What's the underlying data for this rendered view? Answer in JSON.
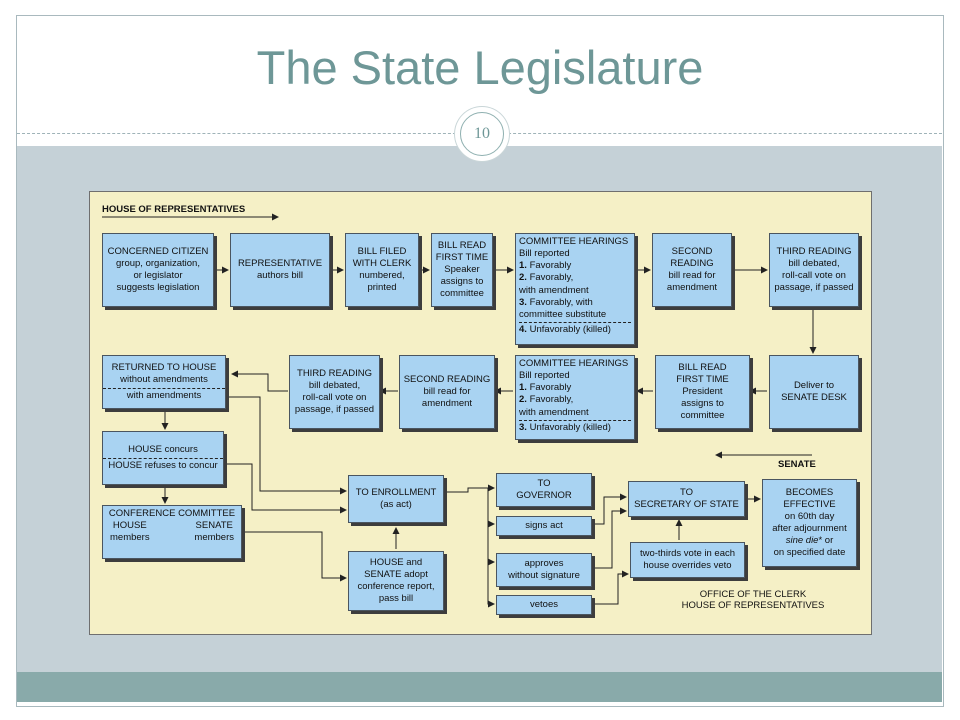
{
  "slide": {
    "title": "The State Legislature",
    "page_number": "10"
  },
  "diagram": {
    "house_label": "HOUSE OF REPRESENTATIVES",
    "senate_label": "SENATE",
    "office_label_1": "OFFICE OF THE CLERK",
    "office_label_2": "HOUSE OF REPRESENTATIVES",
    "boxes": {
      "citizen": [
        "CONCERNED CITIZEN",
        "group, organization,",
        "or legislator",
        "suggests legislation"
      ],
      "representative": [
        "REPRESENTATIVE",
        "authors bill"
      ],
      "filed": [
        "BILL FILED",
        "WITH CLERK",
        "numbered,",
        "printed"
      ],
      "first_read_house": [
        "BILL READ",
        "FIRST TIME",
        "Speaker",
        "assigns to",
        "committee"
      ],
      "hearings_house": {
        "title": "COMMITTEE HEARINGS",
        "line1": "Bill reported",
        "opt1_num": "1.",
        "opt1": "Favorably",
        "opt2_num": "2.",
        "opt2": "Favorably,",
        "opt2b": "with amendment",
        "opt3_num": "3.",
        "opt3": "Favorably, with",
        "opt3b": "committee substitute",
        "opt4_num": "4.",
        "opt4": "Unfavorably (killed)"
      },
      "second_read_house": [
        "SECOND READING",
        "bill read for",
        "amendment"
      ],
      "third_read_house": [
        "THIRD READING",
        "bill debated,",
        "roll-call vote on",
        "passage, if passed"
      ],
      "senate_desk": [
        "Deliver to",
        "SENATE DESK"
      ],
      "first_read_senate": [
        "BILL READ",
        "FIRST TIME",
        "President",
        "assigns to",
        "committee"
      ],
      "hearings_senate": {
        "title": "COMMITTEE HEARINGS",
        "line1": "Bill reported",
        "opt1_num": "1.",
        "opt1": "Favorably",
        "opt2_num": "2.",
        "opt2": "Favorably,",
        "opt2b": "with amendment",
        "opt3_num": "3.",
        "opt3": "Unfavorably (killed)"
      },
      "second_read_senate": [
        "SECOND READING",
        "bill read for",
        "amendment"
      ],
      "third_read_senate": [
        "THIRD READING",
        "bill debated,",
        "roll-call vote on",
        "passage, if passed"
      ],
      "returned": [
        "RETURNED TO HOUSE",
        "without amendments",
        "with amendments"
      ],
      "concurs": [
        "HOUSE concurs",
        "HOUSE refuses to concur"
      ],
      "conference": {
        "title": "CONFERENCE COMMITTEE",
        "left1": "HOUSE",
        "left2": "members",
        "right1": "SENATE",
        "right2": "members"
      },
      "enrollment": [
        "TO ENROLLMENT",
        "(as act)"
      ],
      "adopt": [
        "HOUSE and",
        "SENATE adopt",
        "conference report,",
        "pass bill"
      ],
      "governor": [
        "TO",
        "GOVERNOR"
      ],
      "signs": [
        "signs act"
      ],
      "approves": [
        "approves",
        "without signature"
      ],
      "vetoes": [
        "vetoes"
      ],
      "secretary": [
        "TO",
        "SECRETARY OF STATE"
      ],
      "override": [
        "two-thirds vote in each",
        "house overrides veto"
      ],
      "effective": {
        "l1": "BECOMES",
        "l2": "EFFECTIVE",
        "l3": "on 60th day",
        "l4": "after adjournment",
        "l5a": "sine die",
        "l5b": "* or",
        "l6": "on specified date"
      }
    }
  }
}
